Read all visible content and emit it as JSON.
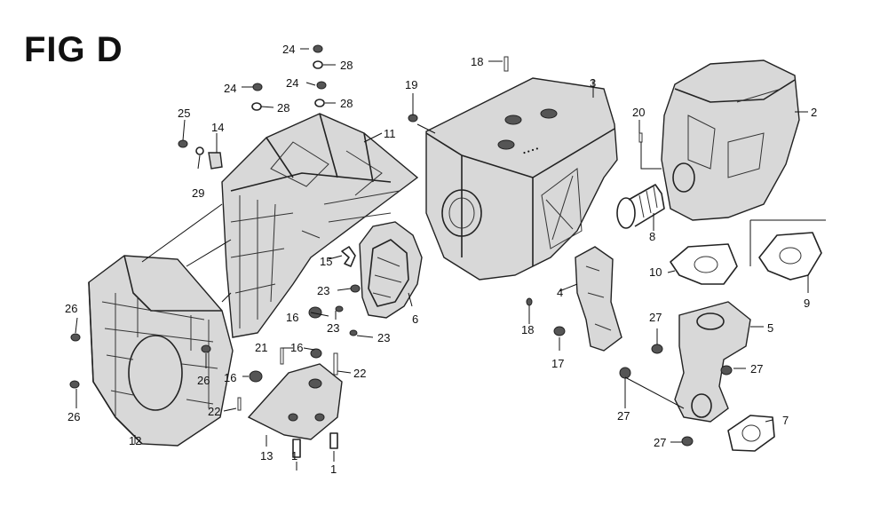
{
  "title": "FIG D",
  "callouts": [
    {
      "id": "c1a",
      "text": "1"
    },
    {
      "id": "c1b",
      "text": "1"
    },
    {
      "id": "c2",
      "text": "2"
    },
    {
      "id": "c3",
      "text": "3"
    },
    {
      "id": "c4",
      "text": "4"
    },
    {
      "id": "c5",
      "text": "5"
    },
    {
      "id": "c6",
      "text": "6"
    },
    {
      "id": "c7",
      "text": "7"
    },
    {
      "id": "c8",
      "text": "8"
    },
    {
      "id": "c9",
      "text": "9"
    },
    {
      "id": "c10",
      "text": "10"
    },
    {
      "id": "c11",
      "text": "11"
    },
    {
      "id": "c12",
      "text": "12"
    },
    {
      "id": "c13",
      "text": "13"
    },
    {
      "id": "c14",
      "text": "14"
    },
    {
      "id": "c15",
      "text": "15"
    },
    {
      "id": "c16a",
      "text": "16"
    },
    {
      "id": "c16b",
      "text": "16"
    },
    {
      "id": "c16c",
      "text": "16"
    },
    {
      "id": "c17",
      "text": "17"
    },
    {
      "id": "c18a",
      "text": "18"
    },
    {
      "id": "c18b",
      "text": "18"
    },
    {
      "id": "c19",
      "text": "19"
    },
    {
      "id": "c20",
      "text": "20"
    },
    {
      "id": "c21",
      "text": "21"
    },
    {
      "id": "c22a",
      "text": "22"
    },
    {
      "id": "c22b",
      "text": "22"
    },
    {
      "id": "c23a",
      "text": "23"
    },
    {
      "id": "c23b",
      "text": "23"
    },
    {
      "id": "c23c",
      "text": "23"
    },
    {
      "id": "c24a",
      "text": "24"
    },
    {
      "id": "c24b",
      "text": "24"
    },
    {
      "id": "c24c",
      "text": "24"
    },
    {
      "id": "c25",
      "text": "25"
    },
    {
      "id": "c26a",
      "text": "26"
    },
    {
      "id": "c26b",
      "text": "26"
    },
    {
      "id": "c26c",
      "text": "26"
    },
    {
      "id": "c27a",
      "text": "27"
    },
    {
      "id": "c27b",
      "text": "27"
    },
    {
      "id": "c27c",
      "text": "27"
    },
    {
      "id": "c27d",
      "text": "27"
    },
    {
      "id": "c28a",
      "text": "28"
    },
    {
      "id": "c28b",
      "text": "28"
    },
    {
      "id": "c28c",
      "text": "28"
    },
    {
      "id": "c29",
      "text": "29"
    }
  ]
}
